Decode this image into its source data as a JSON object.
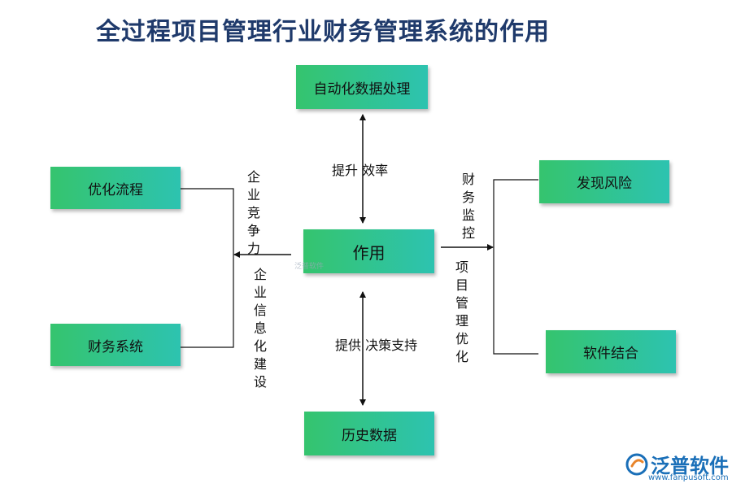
{
  "title": "全过程项目管理行业财务管理系统的作用",
  "nodes": {
    "top": "自动化数据处理",
    "center": "作用",
    "bottom": "历史数据",
    "left_top": "优化流程",
    "left_bottom": "财务系统",
    "right_top": "发现风险",
    "right_bottom": "软件结合"
  },
  "labels": {
    "up": "提升  效率",
    "down": "提供  决策支持",
    "left_upper": "企业竞争力",
    "left_lower": "企业信息化建设",
    "right_upper": "财务监控",
    "right_lower": "项目管理优化"
  },
  "watermark": {
    "small": "泛普软件",
    "logo_text": "泛普软件",
    "url": "www.fanpusoft.com"
  },
  "colors": {
    "title": "#1f3a6b",
    "node_start": "#35c46e",
    "node_end": "#2dc3b0",
    "brand": "#1a6fb8"
  }
}
